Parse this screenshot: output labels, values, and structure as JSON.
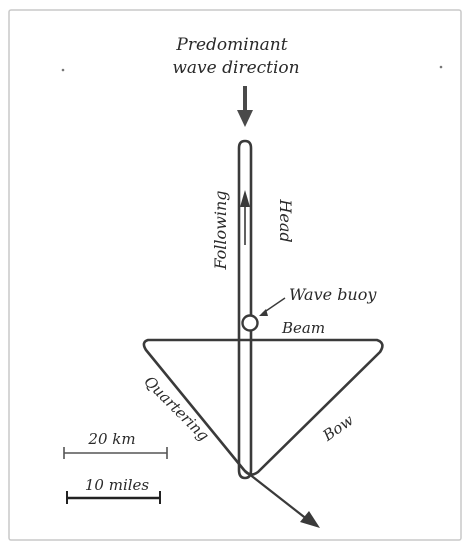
{
  "title": {
    "line1": "Predominant",
    "line2": "wave direction"
  },
  "track_labels": {
    "following": "Following",
    "head": "Head",
    "beam": "Beam",
    "quartering": "Quartering",
    "bow": "Bow"
  },
  "buoy_label": "Wave buoy",
  "scale_bars": {
    "km": "20 km",
    "miles": "10 miles"
  },
  "colors": {
    "ink": "#3a3a3a",
    "frame": "#c9c9c9",
    "text": "#2a2a2a"
  }
}
